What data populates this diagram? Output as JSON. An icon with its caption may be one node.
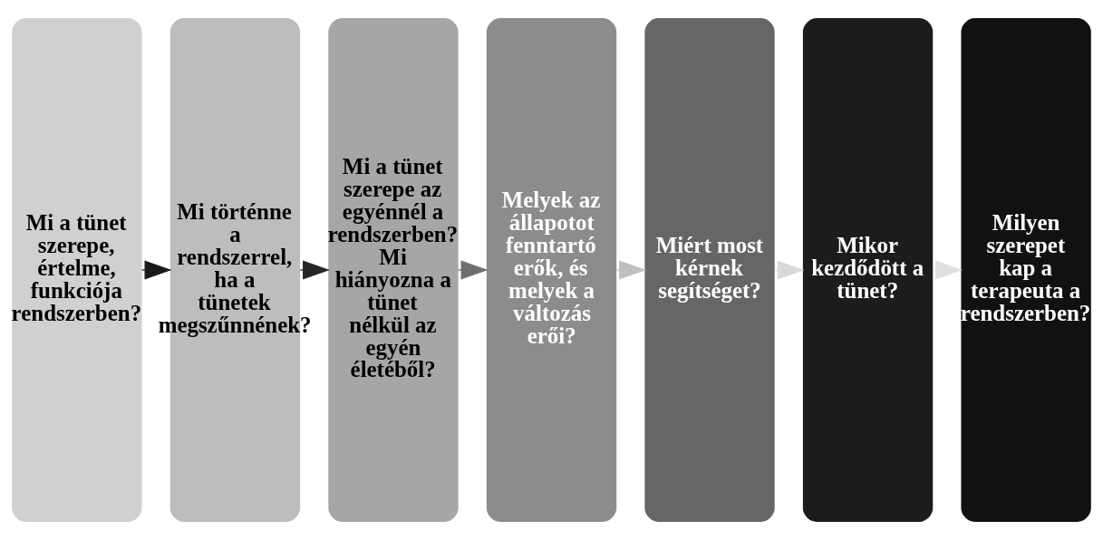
{
  "diagram": {
    "nodes": [
      {
        "text": [
          "Mi a tünet szerepe, értelme, funkciója rendszerben?"
        ]
      },
      {
        "text": [
          "Mi történne a rendszerrel, ha a tünetek megszűnnének?"
        ]
      },
      {
        "text": [
          "Mi a tünet szerepe az egyénnél a rendszerben? Mi hiányozna a tünet nélkül az egyén életéből?"
        ]
      },
      {
        "text": [
          "Melyek az állapotot fenntartó erők, és melyek a változás erői?"
        ]
      },
      {
        "text": [
          "Miért most kérnek segítséget?"
        ]
      },
      {
        "text": [
          "Mikor kezdődött a tünet?"
        ]
      },
      {
        "text": [
          "Milyen szerepet kap a terapeuta a rendszerben?"
        ]
      }
    ],
    "edges": [
      {
        "from": 0,
        "to": 1,
        "arrow": "to",
        "color": "#1a1a1a"
      },
      {
        "from": 1,
        "to": 2,
        "arrow": "to",
        "color": "#262626"
      },
      {
        "from": 2,
        "to": 3,
        "arrow": "to",
        "color": "#6e6e6e"
      },
      {
        "from": 3,
        "to": 4,
        "arrow": "to",
        "color": "#bfbfbf"
      },
      {
        "from": 4,
        "to": 5,
        "arrow": "to",
        "color": "#d9d9d9"
      },
      {
        "from": 5,
        "to": 6,
        "arrow": "to",
        "color": "#e0e0e0"
      }
    ]
  }
}
